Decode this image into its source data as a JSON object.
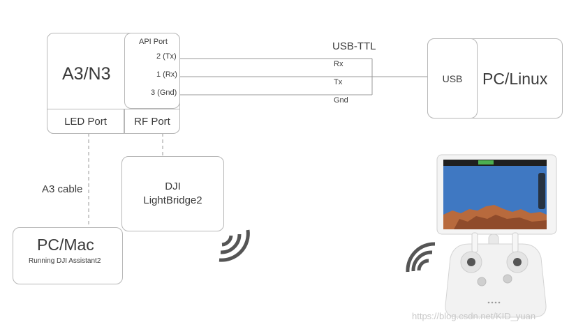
{
  "a3": {
    "title": "A3/N3",
    "api_port_label": "API Port",
    "pins": [
      "2 (Tx)",
      "1 (Rx)",
      "3 (Gnd)"
    ],
    "led_port_label": "LED Port",
    "rf_port_label": "RF Port"
  },
  "usb_ttl": {
    "label": "USB-TTL",
    "signals": [
      "Rx",
      "Tx",
      "Gnd"
    ]
  },
  "pc_linux": {
    "usb_label": "USB",
    "title": "PC/Linux"
  },
  "a3_cable": {
    "label": "A3 cable"
  },
  "lightbridge": {
    "line1": "DJI",
    "line2": "LightBridge2"
  },
  "pc_mac": {
    "title": "PC/Mac",
    "subtitle": "Running DJI Assistant2"
  },
  "watermark": "https://blog.csdn.net/KID_yuan",
  "colors": {
    "stroke": "#b7b7b7",
    "text": "#3a3a3a",
    "wave": "#555555"
  }
}
